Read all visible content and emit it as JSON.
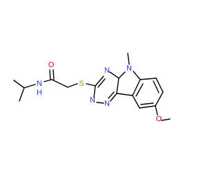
{
  "colors": {
    "background": "#ffffff",
    "bond": "#000000",
    "carbon": "#000000",
    "oxygen": "#e8000b",
    "nitrogen": "#2233ee",
    "sulfur": "#999900"
  },
  "atoms": {
    "o_carbonyl": {
      "label": "O",
      "element": "oxygen"
    },
    "n_amide": {
      "label": "N",
      "element": "nitrogen"
    },
    "h_amide": {
      "label": "H",
      "element": "nitrogen"
    },
    "s_thioether": {
      "label": "S",
      "element": "sulfur"
    },
    "n_triazine_top": {
      "label": "N",
      "element": "nitrogen"
    },
    "n_triazine_left": {
      "label": "N",
      "element": "nitrogen"
    },
    "n_triazine_bottom": {
      "label": "N",
      "element": "nitrogen"
    },
    "n_indole": {
      "label": "N",
      "element": "nitrogen"
    },
    "o_methoxy": {
      "label": "O",
      "element": "oxygen"
    }
  }
}
